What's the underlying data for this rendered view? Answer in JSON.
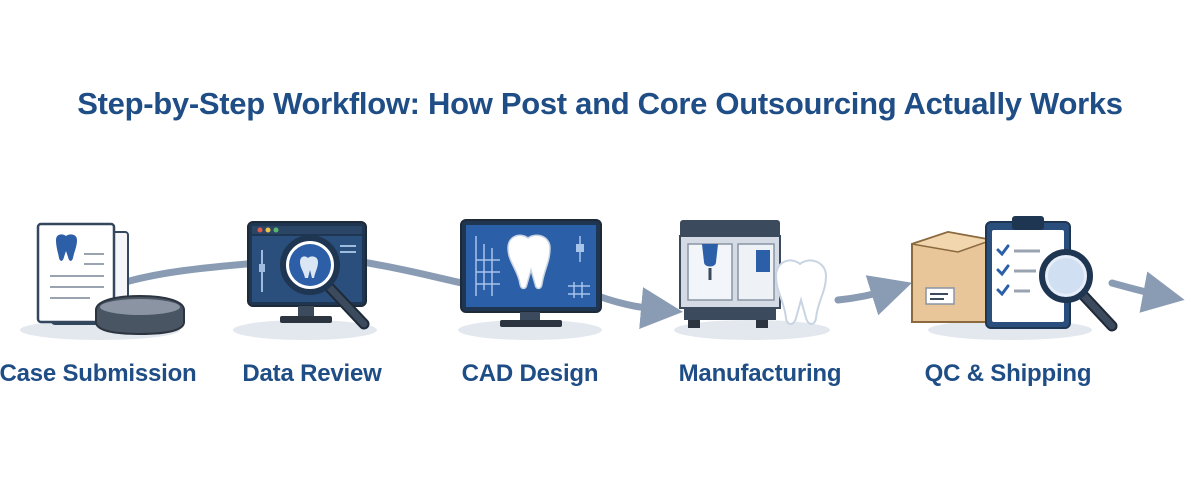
{
  "title": "Step-by-Step Workflow: How Post and Core Outsourcing Actually Works",
  "steps": [
    {
      "label": "Case Submission",
      "icon": "document-and-scanner-icon"
    },
    {
      "label": "Data Review",
      "icon": "monitor-magnifier-icon"
    },
    {
      "label": "CAD Design",
      "icon": "cad-monitor-tooth-icon"
    },
    {
      "label": "Manufacturing",
      "icon": "milling-machine-tooth-icon"
    },
    {
      "label": "QC & Shipping",
      "icon": "box-clipboard-magnifier-icon"
    }
  ],
  "colors": {
    "primary": "#1f4d86",
    "accent": "#2d5ea8",
    "arrow": "#8a9bb4",
    "shadow": "#e3e8ef",
    "box": "#e8c69a"
  }
}
